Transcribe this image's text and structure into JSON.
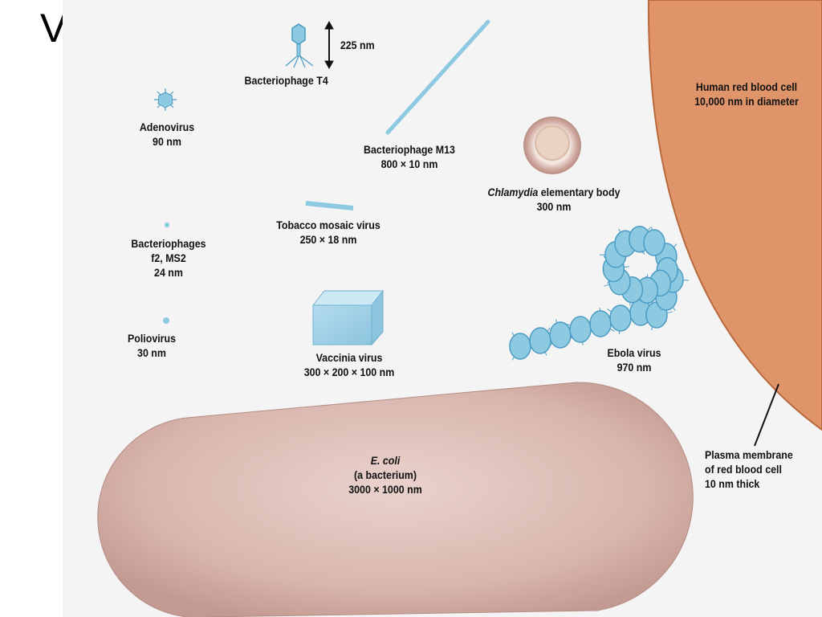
{
  "slide": {
    "title": "Viruses:"
  },
  "labels": {
    "t4": {
      "name": "Bacteriophage T4",
      "size": "225 nm"
    },
    "adeno": {
      "name": "Adenovirus",
      "size": "90 nm"
    },
    "m13": {
      "name": "Bacteriophage M13",
      "size": "800 × 10 nm"
    },
    "chlamydia": {
      "name_italic": "Chlamydia",
      "name_rest": " elementary body",
      "size": "300 nm"
    },
    "rbc": {
      "name": "Human red blood cell",
      "size": "10,000 nm in diameter"
    },
    "tmv": {
      "name": "Tobacco mosaic virus",
      "size": "250 × 18 nm"
    },
    "f2": {
      "line1": "Bacteriophages",
      "line2": "f2, MS2",
      "size": "24 nm"
    },
    "polio": {
      "name": "Poliovirus",
      "size": "30 nm"
    },
    "vaccinia": {
      "name": "Vaccinia virus",
      "size": "300 × 200 × 100 nm"
    },
    "ebola": {
      "name": "Ebola virus",
      "size": "970 nm"
    },
    "ecoli": {
      "name": "E. coli",
      "desc": "(a bacterium)",
      "size": "3000 × 1000 nm"
    },
    "membrane": {
      "line1": "Plasma membrane",
      "line2": "of red blood cell",
      "line3": "10 nm thick"
    }
  },
  "colors": {
    "virus_blue": "#8ec9e2",
    "virus_blue_dark": "#4a9cc2",
    "red_blood_cell": "#e0946a",
    "ecoli": "#cfaaa3",
    "chlamydia_ring": "#c9a39a",
    "figure_bg": "#f4f4f4"
  }
}
